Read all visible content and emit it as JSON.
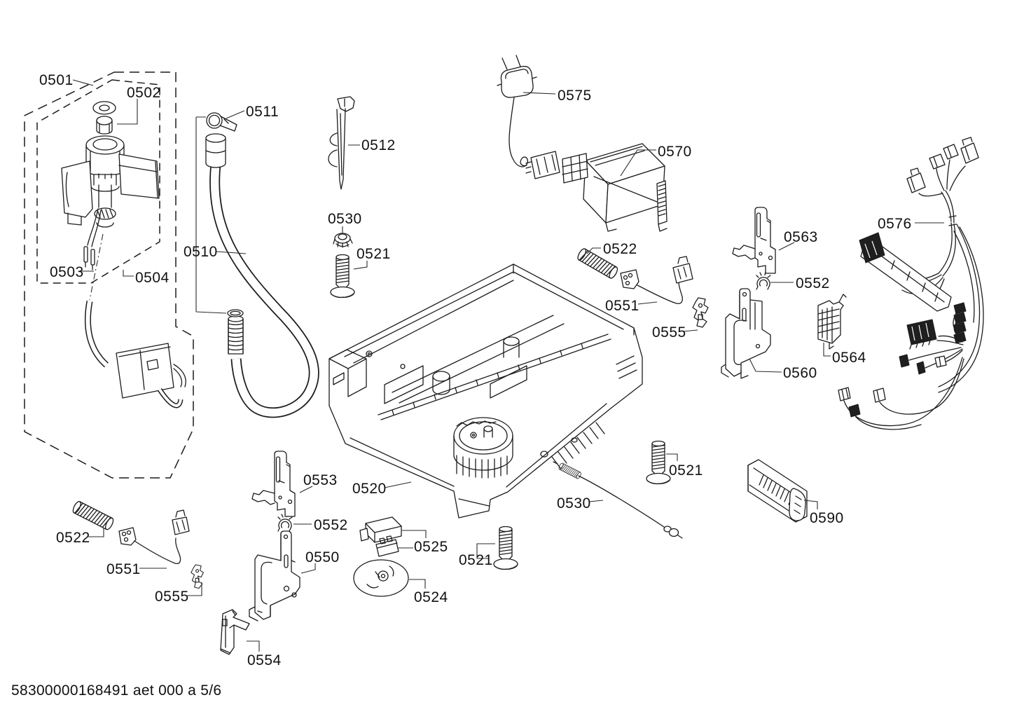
{
  "page": {
    "footer": "58300000168491 aet 000 a 5/6"
  },
  "colors": {
    "background": "#ffffff",
    "line": "#1c1c1c",
    "text": "#111111"
  },
  "labels": [
    {
      "id": "0501",
      "text": "0501"
    },
    {
      "id": "0502",
      "text": "0502"
    },
    {
      "id": "0511",
      "text": "0511"
    },
    {
      "id": "0512",
      "text": "0512"
    },
    {
      "id": "0575",
      "text": "0575"
    },
    {
      "id": "0570",
      "text": "0570"
    },
    {
      "id": "0530-top",
      "text": "0530"
    },
    {
      "id": "0521-top",
      "text": "0521"
    },
    {
      "id": "0510",
      "text": "0510"
    },
    {
      "id": "0522-right",
      "text": "0522"
    },
    {
      "id": "0576",
      "text": "0576"
    },
    {
      "id": "0563",
      "text": "0563"
    },
    {
      "id": "0552-right",
      "text": "0552"
    },
    {
      "id": "0551-right",
      "text": "0551"
    },
    {
      "id": "0555-right",
      "text": "0555"
    },
    {
      "id": "0503",
      "text": "0503"
    },
    {
      "id": "0504",
      "text": "0504"
    },
    {
      "id": "0564",
      "text": "0564"
    },
    {
      "id": "0560",
      "text": "0560"
    },
    {
      "id": "0553",
      "text": "0553"
    },
    {
      "id": "0520",
      "text": "0520"
    },
    {
      "id": "0521-mid",
      "text": "0521"
    },
    {
      "id": "0530-bottom",
      "text": "0530"
    },
    {
      "id": "0552-left",
      "text": "0552"
    },
    {
      "id": "0590",
      "text": "0590"
    },
    {
      "id": "0522-left",
      "text": "0522"
    },
    {
      "id": "0525",
      "text": "0525"
    },
    {
      "id": "0551-left",
      "text": "0551"
    },
    {
      "id": "0550",
      "text": "0550"
    },
    {
      "id": "0521-bottom",
      "text": "0521"
    },
    {
      "id": "0524",
      "text": "0524"
    },
    {
      "id": "0555-left",
      "text": "0555"
    },
    {
      "id": "0554",
      "text": "0554"
    }
  ]
}
